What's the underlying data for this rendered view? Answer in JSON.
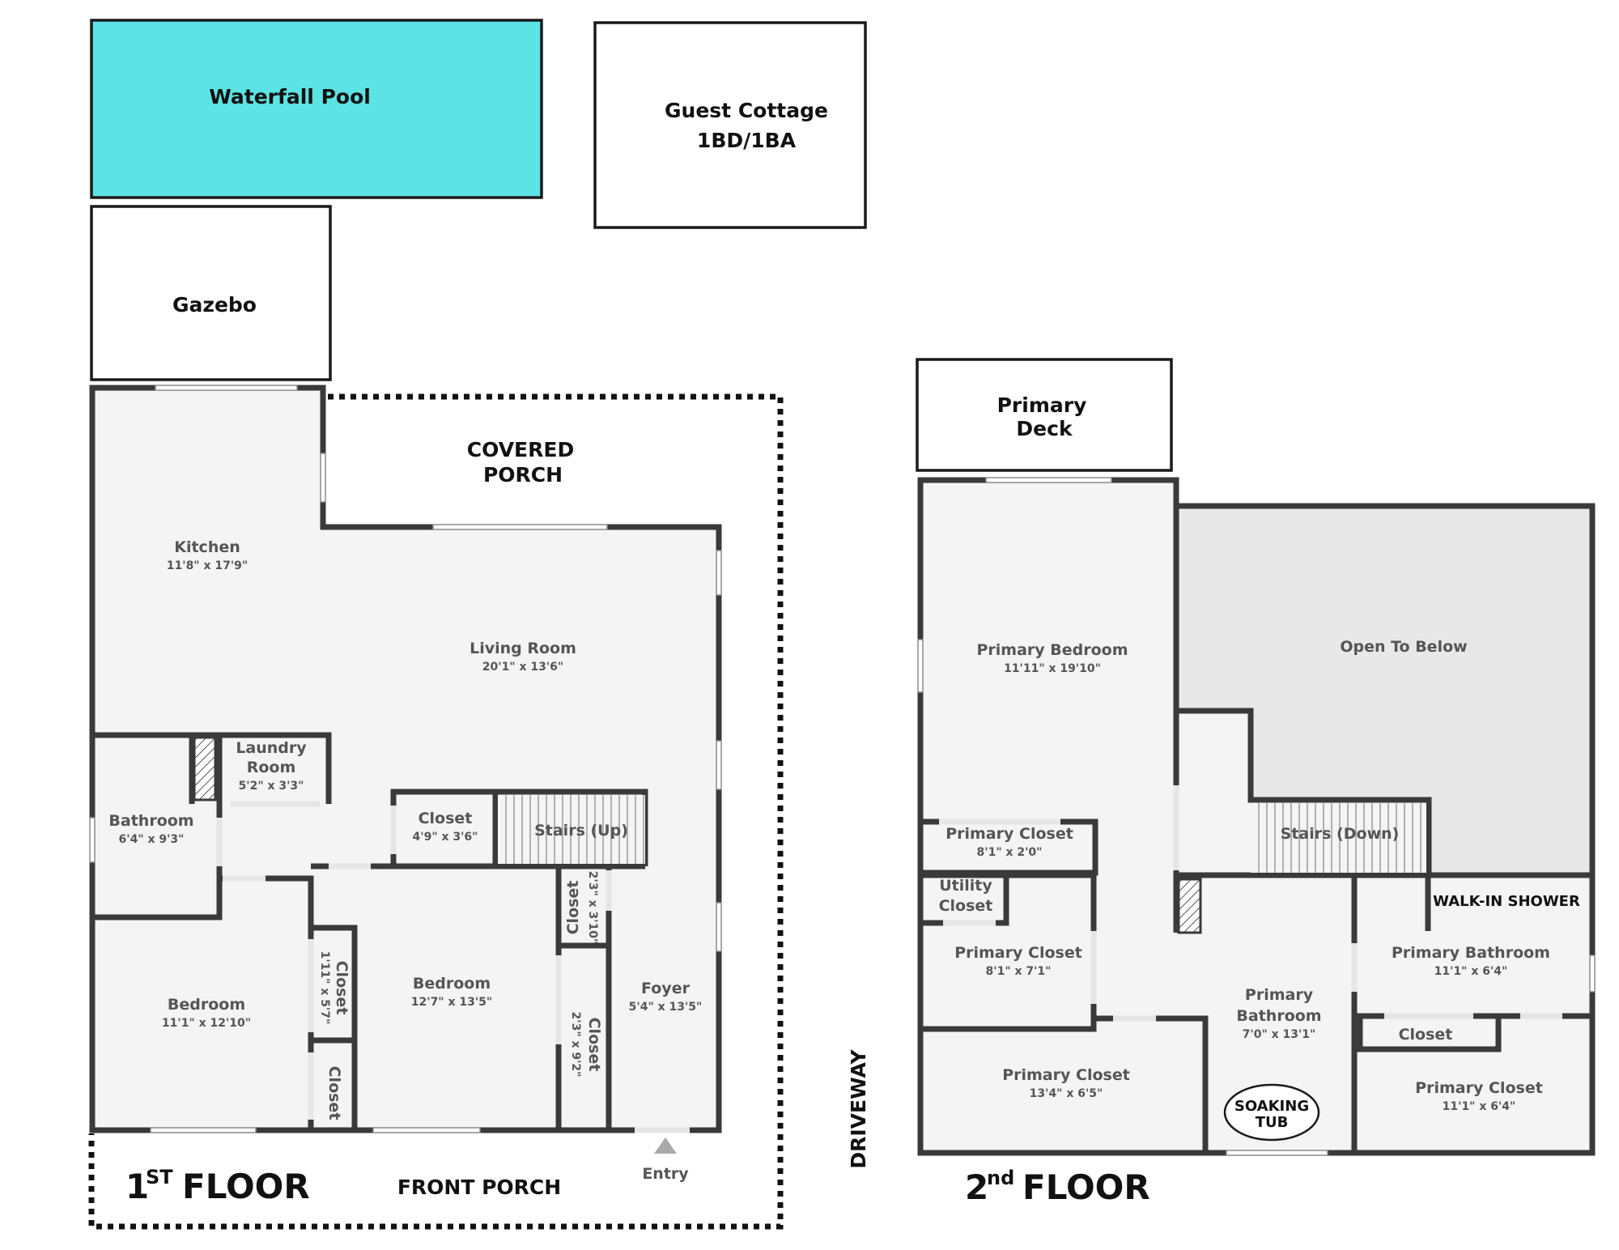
{
  "exterior": {
    "pool": {
      "label": "Waterfall Pool",
      "color": "#5ce4e4"
    },
    "cottage": {
      "line1": "Guest Cottage",
      "line2": "1BD/1BA"
    },
    "gazebo": {
      "label": "Gazebo"
    },
    "covered_porch": {
      "line1": "COVERED",
      "line2": "PORCH"
    },
    "front_porch": "FRONT PORCH",
    "entry": "Entry",
    "driveway": "DRIVEWAY",
    "primary_deck": {
      "line1": "Primary",
      "line2": "Deck"
    }
  },
  "floor1": {
    "label_num": "1",
    "label_sup": "ST",
    "label_word": "FLOOR",
    "rooms": {
      "kitchen": {
        "name": "Kitchen",
        "dim": "11'8\" x 17'9\""
      },
      "living": {
        "name": "Living Room",
        "dim": "20'1\" x 13'6\""
      },
      "laundry": {
        "name1": "Laundry",
        "name2": "Room",
        "dim": "5'2\" x 3'3\""
      },
      "bathroom": {
        "name": "Bathroom",
        "dim": "6'4\" x 9'3\""
      },
      "closet_a": {
        "name": "Closet",
        "dim": "4'9\" x 3'6\""
      },
      "stairs_up": {
        "name": "Stairs (Up)"
      },
      "closet_b": {
        "name": "Closet",
        "dim": "2'3\" x 3'10\""
      },
      "bedroom1": {
        "name": "Bedroom",
        "dim": "11'1\" x 12'10\""
      },
      "closet_c": {
        "name": "Closet",
        "dim": "1'11\" x 5'7\""
      },
      "closet_d": {
        "name": "Closet"
      },
      "bedroom2": {
        "name": "Bedroom",
        "dim": "12'7\" x 13'5\""
      },
      "closet_e": {
        "name": "Closet",
        "dim": "2'3\" x 9'2\""
      },
      "foyer": {
        "name": "Foyer",
        "dim": "5'4\" x 13'5\""
      }
    }
  },
  "floor2": {
    "label_num": "2",
    "label_sup": "nd",
    "label_word": "FLOOR",
    "rooms": {
      "primary_bedroom": {
        "name": "Primary Bedroom",
        "dim": "11'11\" x 19'10\""
      },
      "open_below": {
        "name": "Open To Below"
      },
      "stairs_down": {
        "name": "Stairs (Down)"
      },
      "primary_closet_a": {
        "name": "Primary Closet",
        "dim": "8'1\" x 2'0\""
      },
      "utility_closet": {
        "name1": "Utility",
        "name2": "Closet"
      },
      "primary_closet_b": {
        "name": "Primary Closet",
        "dim": "8'1\" x 7'1\""
      },
      "primary_closet_c": {
        "name": "Primary Closet",
        "dim": "13'4\" x 6'5\""
      },
      "primary_bathroom_main": {
        "name1": "Primary",
        "name2": "Bathroom",
        "dim": "7'0\" x 13'1\""
      },
      "soaking_tub": {
        "line1": "SOAKING",
        "line2": "TUB"
      },
      "walk_in_shower": {
        "name": "WALK-IN SHOWER"
      },
      "primary_bathroom_b": {
        "name": "Primary Bathroom",
        "dim": "11'1\" x 6'4\""
      },
      "closet_f": {
        "name": "Closet"
      },
      "primary_closet_d": {
        "name": "Primary Closet",
        "dim": "11'1\" x 6'4\""
      }
    }
  }
}
